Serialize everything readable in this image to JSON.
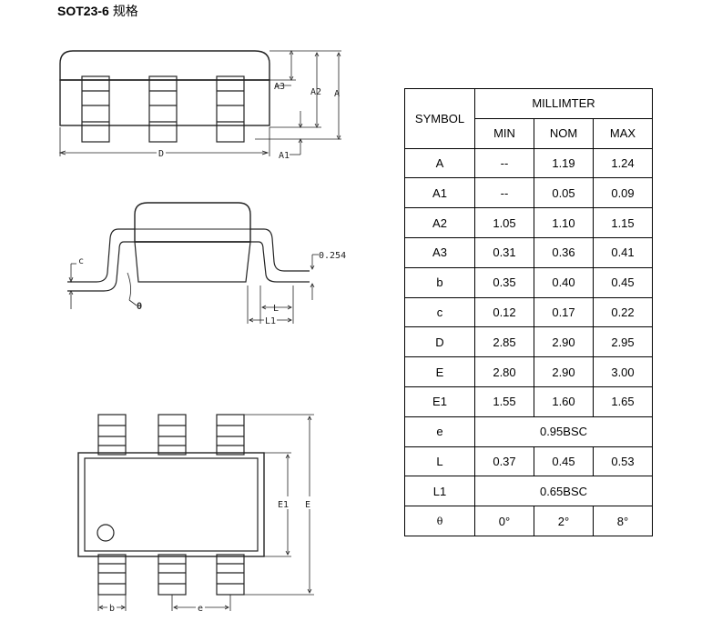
{
  "title": "SOT23-6",
  "subtitle": "规格",
  "labels": {
    "A3": "A3",
    "A2": "A2",
    "A": "A",
    "A1": "A1",
    "D": "D",
    "c": "c",
    "theta": "θ",
    "gauge": "0.254",
    "L": "L",
    "L1": "L1",
    "E1": "E1",
    "E": "E",
    "b": "b",
    "e": "e"
  },
  "table": {
    "symbol_header": "SYMBOL",
    "unit_header": "MILLIMTER",
    "col_headers": [
      "MIN",
      "NOM",
      "MAX"
    ],
    "rows": [
      {
        "symbol": "A",
        "min": "--",
        "nom": "1.19",
        "max": "1.24"
      },
      {
        "symbol": "A1",
        "min": "--",
        "nom": "0.05",
        "max": "0.09"
      },
      {
        "symbol": "A2",
        "min": "1.05",
        "nom": "1.10",
        "max": "1.15"
      },
      {
        "symbol": "A3",
        "min": "0.31",
        "nom": "0.36",
        "max": "0.41"
      },
      {
        "symbol": "b",
        "min": "0.35",
        "nom": "0.40",
        "max": "0.45"
      },
      {
        "symbol": "c",
        "min": "0.12",
        "nom": "0.17",
        "max": "0.22"
      },
      {
        "symbol": "D",
        "min": "2.85",
        "nom": "2.90",
        "max": "2.95"
      },
      {
        "symbol": "E",
        "min": "2.80",
        "nom": "2.90",
        "max": "3.00"
      },
      {
        "symbol": "E1",
        "min": "1.55",
        "nom": "1.60",
        "max": "1.65"
      },
      {
        "symbol": "e",
        "span": "0.95BSC"
      },
      {
        "symbol": "L",
        "min": "0.37",
        "nom": "0.45",
        "max": "0.53"
      },
      {
        "symbol": "L1",
        "span": "0.65BSC"
      },
      {
        "symbol": "θ",
        "min": "0°",
        "nom": "2°",
        "max": "8°"
      }
    ]
  }
}
